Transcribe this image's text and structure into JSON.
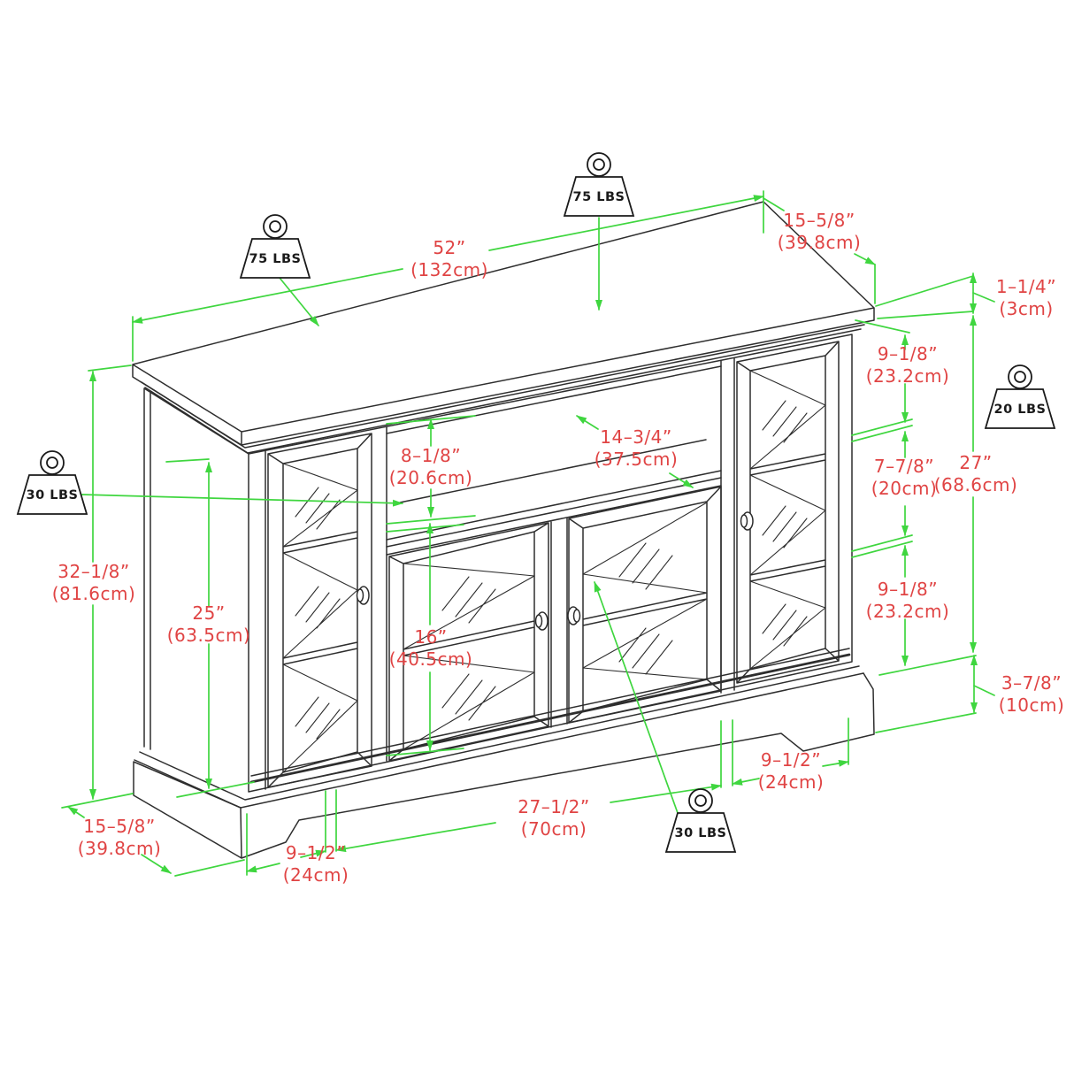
{
  "diagram": {
    "kind": "furniture-dimension-drawing",
    "units": "inches and centimeters",
    "colors": {
      "dimension_line": "#3fd63f",
      "dimension_text": "#e04444",
      "drawing_line": "#2e2e2e",
      "background": "#ffffff"
    }
  },
  "dims": {
    "top_width": {
      "in": "52”",
      "cm": "(132cm)"
    },
    "top_depth": {
      "in": "15–5/8”",
      "cm": "(39.8cm)"
    },
    "top_thickness": {
      "in": "1–1/4”",
      "cm": "(3cm)"
    },
    "right_upper_shelf": {
      "in": "9–1/8”",
      "cm": "(23.2cm)"
    },
    "right_middle_shelf": {
      "in": "7–7/8”",
      "cm": "(20cm)"
    },
    "carcass_height": {
      "in": "27”",
      "cm": "(68.6cm)"
    },
    "right_lower_shelf": {
      "in": "9–1/8”",
      "cm": "(23.2cm)"
    },
    "base_height": {
      "in": "3–7/8”",
      "cm": "(10cm)"
    },
    "overall_height": {
      "in": "32–1/8”",
      "cm": "(81.6cm)"
    },
    "front_height": {
      "in": "25”",
      "cm": "(63.5cm)"
    },
    "top_opening_height": {
      "in": "8–1/8”",
      "cm": "(20.6cm)"
    },
    "shelf_depth": {
      "in": "14–3/4”",
      "cm": "(37.5cm)"
    },
    "lower_opening_height": {
      "in": "16”",
      "cm": "(40.5cm)"
    },
    "base_depth": {
      "in": "15–5/8”",
      "cm": "(39.8cm)"
    },
    "left_foot_width": {
      "in": "9–1/2”",
      "cm": "(24cm)"
    },
    "center_width": {
      "in": "27–1/2”",
      "cm": "(70cm)"
    },
    "right_foot_width": {
      "in": "9–1/2”",
      "cm": "(24cm)"
    }
  },
  "weights": {
    "top_left": "75 LBS",
    "top_center": "75 LBS",
    "left": "30 LBS",
    "right": "20 LBS",
    "bottom": "30 LBS"
  }
}
